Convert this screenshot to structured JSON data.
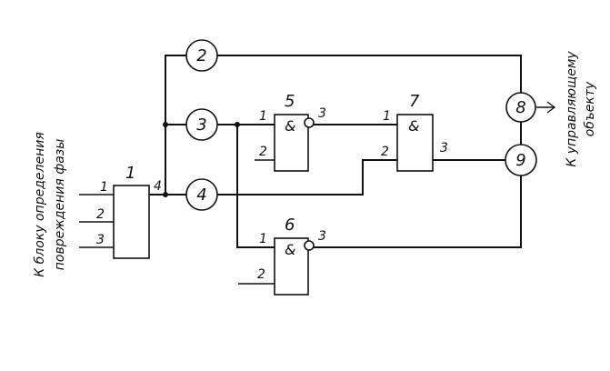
{
  "left_caption": [
    "К блоку определения",
    "повреждения фазы"
  ],
  "right_caption": [
    "К управляющему",
    "объекту"
  ],
  "block1": {
    "number": "1",
    "inputs": [
      "1",
      "2",
      "3"
    ],
    "output": "4"
  },
  "gate5": {
    "number": "5",
    "symbol": "&",
    "in1": "1",
    "in2": "2",
    "out": "3"
  },
  "gate6": {
    "number": "6",
    "symbol": "&",
    "in1": "1",
    "in2": "2",
    "out": "3"
  },
  "gate7": {
    "number": "7",
    "symbol": "&",
    "in1": "1",
    "in2": "2",
    "out": "3"
  },
  "nodes": {
    "n2": "2",
    "n3": "3",
    "n4": "4",
    "n8": "8",
    "n9": "9"
  }
}
